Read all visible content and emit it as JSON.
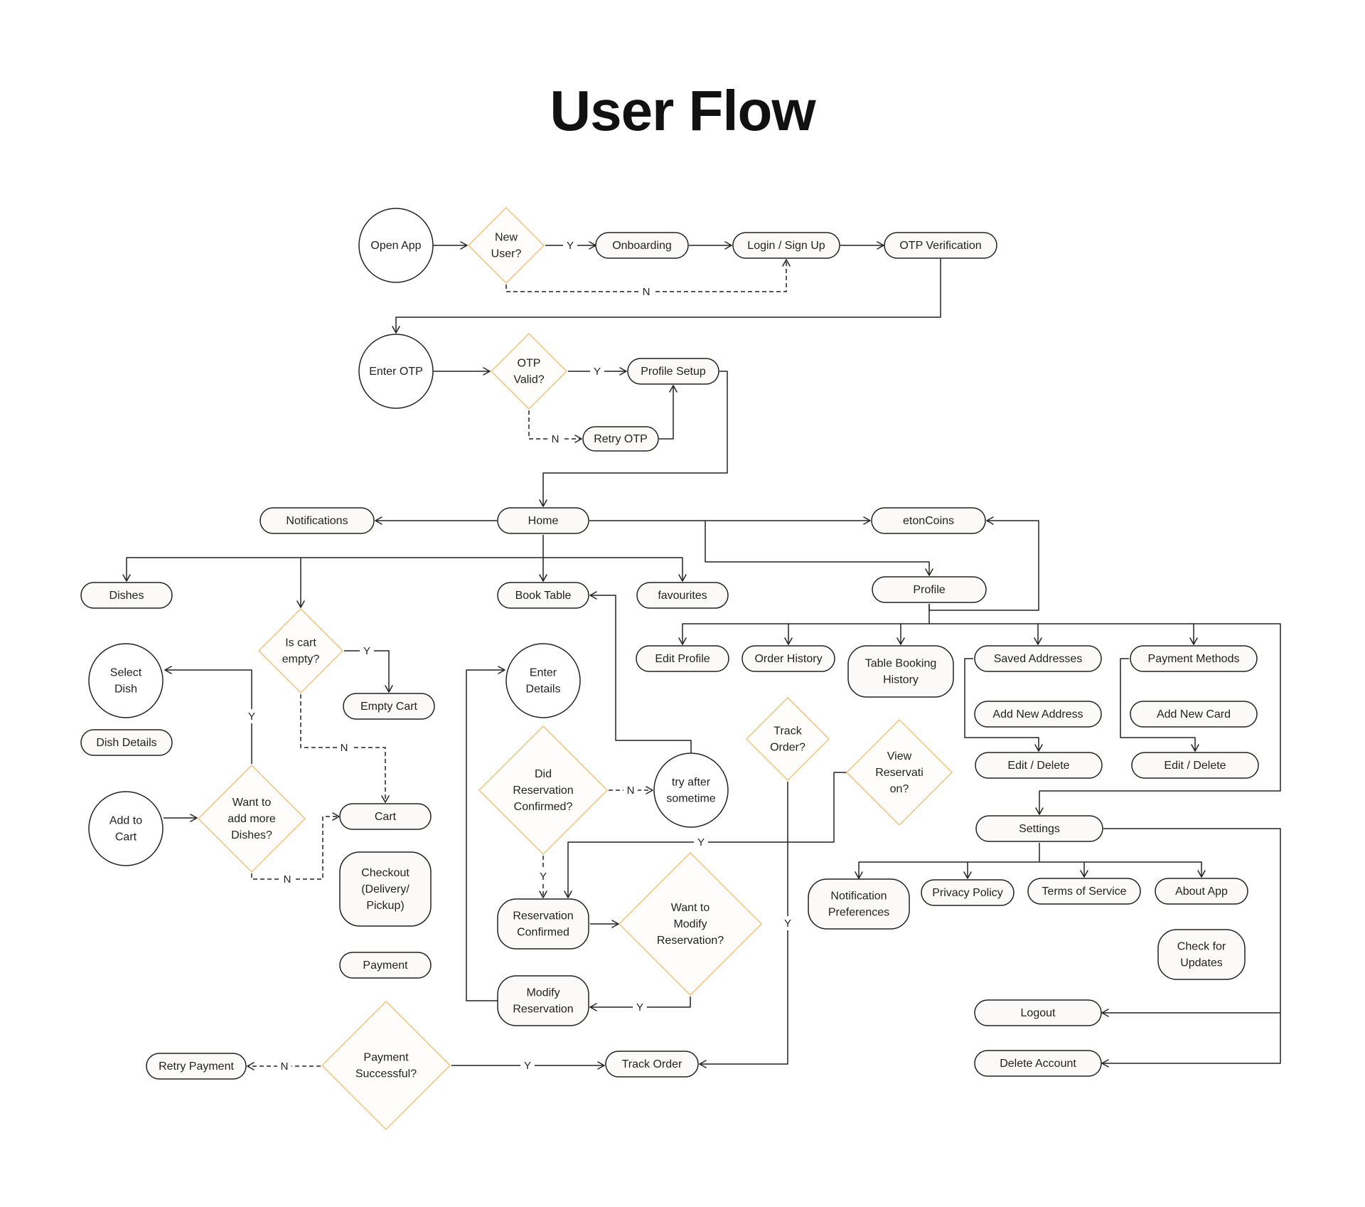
{
  "title": "User Flow",
  "colors": {
    "stroke": "#222222",
    "fill": "#fcf9f9",
    "diamond_stroke": "#f2c27a",
    "diamond_fill": "#fffdfb",
    "text": "#222222"
  },
  "nodes": [
    {
      "id": "open-app",
      "shape": "circle",
      "lines": [
        "Open App"
      ]
    },
    {
      "id": "new-user",
      "shape": "diamond",
      "lines": [
        "New",
        "User?"
      ]
    },
    {
      "id": "onboarding",
      "shape": "rect",
      "lines": [
        "Onboarding"
      ]
    },
    {
      "id": "login",
      "shape": "rect",
      "lines": [
        "Login / Sign Up"
      ]
    },
    {
      "id": "otp-verification",
      "shape": "rect",
      "lines": [
        "OTP Verification"
      ]
    },
    {
      "id": "enter-otp",
      "shape": "circle",
      "lines": [
        "Enter OTP"
      ]
    },
    {
      "id": "otp-valid",
      "shape": "diamond",
      "lines": [
        "OTP",
        "Valid?"
      ]
    },
    {
      "id": "profile-setup",
      "shape": "rect",
      "lines": [
        "Profile Setup"
      ]
    },
    {
      "id": "retry-otp",
      "shape": "rect",
      "lines": [
        "Retry OTP"
      ]
    },
    {
      "id": "notifications",
      "shape": "rect",
      "lines": [
        "Notifications"
      ]
    },
    {
      "id": "home",
      "shape": "rect",
      "lines": [
        "Home"
      ]
    },
    {
      "id": "etoncoins",
      "shape": "rect",
      "lines": [
        "etonCoins"
      ]
    },
    {
      "id": "dishes",
      "shape": "rect",
      "lines": [
        "Dishes"
      ]
    },
    {
      "id": "book-table",
      "shape": "rect",
      "lines": [
        "Book Table"
      ]
    },
    {
      "id": "favourites",
      "shape": "rect",
      "lines": [
        "favourites"
      ]
    },
    {
      "id": "profile",
      "shape": "rect",
      "lines": [
        "Profile"
      ]
    },
    {
      "id": "select-dish",
      "shape": "circle",
      "lines": [
        "Select",
        "Dish"
      ]
    },
    {
      "id": "is-cart-empty",
      "shape": "diamond",
      "lines": [
        "Is cart",
        "empty?"
      ]
    },
    {
      "id": "empty-cart",
      "shape": "rect",
      "lines": [
        "Empty Cart"
      ]
    },
    {
      "id": "dish-details",
      "shape": "rect",
      "lines": [
        "Dish Details"
      ]
    },
    {
      "id": "add-to-cart",
      "shape": "circle",
      "lines": [
        "Add to",
        "Cart"
      ]
    },
    {
      "id": "want-more-dishes",
      "shape": "diamond",
      "lines": [
        "Want to",
        "add more",
        "Dishes?"
      ]
    },
    {
      "id": "cart",
      "shape": "rect",
      "lines": [
        "Cart"
      ]
    },
    {
      "id": "checkout",
      "shape": "rect",
      "lines": [
        "Checkout",
        "(Delivery/",
        "Pickup)"
      ]
    },
    {
      "id": "payment",
      "shape": "rect",
      "lines": [
        "Payment"
      ]
    },
    {
      "id": "enter-details",
      "shape": "circle",
      "lines": [
        "Enter",
        "Details"
      ]
    },
    {
      "id": "did-reservation",
      "shape": "diamond",
      "lines": [
        "Did",
        "Reservation",
        "Confirmed?"
      ]
    },
    {
      "id": "try-after",
      "shape": "circle",
      "lines": [
        "try after",
        "sometime"
      ]
    },
    {
      "id": "reservation-confirmed",
      "shape": "rect",
      "lines": [
        "Reservation",
        "Confirmed"
      ]
    },
    {
      "id": "want-modify",
      "shape": "diamond",
      "lines": [
        "Want to",
        "Modify",
        "Reservation?"
      ]
    },
    {
      "id": "modify-reservation",
      "shape": "rect",
      "lines": [
        "Modify",
        "Reservation"
      ]
    },
    {
      "id": "track-order-q",
      "shape": "diamond",
      "lines": [
        "Track",
        "Order?"
      ]
    },
    {
      "id": "view-reservation",
      "shape": "diamond",
      "lines": [
        "View",
        "Reservati",
        "on?"
      ]
    },
    {
      "id": "edit-profile",
      "shape": "rect",
      "lines": [
        "Edit Profile"
      ]
    },
    {
      "id": "order-history",
      "shape": "rect",
      "lines": [
        "Order History"
      ]
    },
    {
      "id": "table-booking-history",
      "shape": "rect",
      "lines": [
        "Table Booking",
        "History"
      ]
    },
    {
      "id": "saved-addresses",
      "shape": "rect",
      "lines": [
        "Saved Addresses"
      ]
    },
    {
      "id": "add-new-address",
      "shape": "rect",
      "lines": [
        "Add New Address"
      ]
    },
    {
      "id": "edit-delete-address",
      "shape": "rect",
      "lines": [
        "Edit / Delete"
      ]
    },
    {
      "id": "payment-methods",
      "shape": "rect",
      "lines": [
        "Payment Methods"
      ]
    },
    {
      "id": "add-new-card",
      "shape": "rect",
      "lines": [
        "Add New Card"
      ]
    },
    {
      "id": "edit-delete-card",
      "shape": "rect",
      "lines": [
        "Edit / Delete"
      ]
    },
    {
      "id": "settings",
      "shape": "rect",
      "lines": [
        "Settings"
      ]
    },
    {
      "id": "notification-preferences",
      "shape": "rect",
      "lines": [
        "Notification",
        "Preferences"
      ]
    },
    {
      "id": "privacy-policy",
      "shape": "rect",
      "lines": [
        "Privacy Policy"
      ]
    },
    {
      "id": "terms-of-service",
      "shape": "rect",
      "lines": [
        "Terms of Service"
      ]
    },
    {
      "id": "about-app",
      "shape": "rect",
      "lines": [
        "About App"
      ]
    },
    {
      "id": "check-updates",
      "shape": "rect",
      "lines": [
        "Check for",
        "Updates"
      ]
    },
    {
      "id": "logout",
      "shape": "rect",
      "lines": [
        "Logout"
      ]
    },
    {
      "id": "delete-account",
      "shape": "rect",
      "lines": [
        "Delete Account"
      ]
    },
    {
      "id": "payment-successful",
      "shape": "diamond",
      "lines": [
        "Payment",
        "Successful?"
      ]
    },
    {
      "id": "retry-payment",
      "shape": "rect",
      "lines": [
        "Retry Payment"
      ]
    },
    {
      "id": "track-order",
      "shape": "rect",
      "lines": [
        "Track Order"
      ]
    }
  ],
  "edges": [
    {
      "id": "open-app-to-new-user"
    },
    {
      "id": "new-user-yes",
      "label": "Y"
    },
    {
      "id": "new-user-no",
      "label": "N",
      "dashed": true
    },
    {
      "id": "onboarding-to-login"
    },
    {
      "id": "login-to-otp-verification"
    },
    {
      "id": "otp-verification-to-enter-otp"
    },
    {
      "id": "enter-otp-to-otp-valid"
    },
    {
      "id": "otp-valid-yes",
      "label": "Y"
    },
    {
      "id": "otp-valid-no",
      "label": "N",
      "dashed": true
    },
    {
      "id": "retry-otp-to-profile-setup"
    },
    {
      "id": "profile-setup-to-home"
    },
    {
      "id": "home-to-notifications"
    },
    {
      "id": "home-to-etoncoins"
    },
    {
      "id": "home-to-profile"
    },
    {
      "id": "profile-to-etoncoins"
    },
    {
      "id": "home-to-dishes"
    },
    {
      "id": "home-to-is-cart-empty"
    },
    {
      "id": "home-to-book-table"
    },
    {
      "id": "home-to-favourites"
    },
    {
      "id": "cart-empty-yes",
      "label": "Y"
    },
    {
      "id": "cart-empty-no",
      "label": "N",
      "dashed": true
    },
    {
      "id": "more-dishes-yes",
      "label": "Y"
    },
    {
      "id": "more-dishes-no",
      "label": "N",
      "dashed": true
    },
    {
      "id": "add-to-cart-to-want-more"
    },
    {
      "id": "reservation-no",
      "label": "N",
      "dashed": true
    },
    {
      "id": "try-after-to-book-table"
    },
    {
      "id": "reservation-yes",
      "label": "Y",
      "dashed": true
    },
    {
      "id": "reservation-confirmed-to-want-modify"
    },
    {
      "id": "modify-yes",
      "label": "Y"
    },
    {
      "id": "modify-to-enter-details"
    },
    {
      "id": "view-reservation-yes",
      "label": "Y"
    },
    {
      "id": "track-order-yes",
      "label": "Y"
    },
    {
      "id": "payment-yes",
      "label": "Y"
    },
    {
      "id": "payment-no",
      "label": "N",
      "dashed": true
    },
    {
      "id": "profile-to-edit-profile"
    },
    {
      "id": "profile-to-order-history"
    },
    {
      "id": "profile-to-table-booking-history"
    },
    {
      "id": "profile-to-saved-addresses"
    },
    {
      "id": "profile-to-payment-methods"
    },
    {
      "id": "profile-to-settings"
    },
    {
      "id": "saved-addresses-to-edit-delete"
    },
    {
      "id": "payment-methods-to-edit-delete"
    },
    {
      "id": "settings-to-notification-preferences"
    },
    {
      "id": "settings-to-privacy-policy"
    },
    {
      "id": "settings-to-terms"
    },
    {
      "id": "settings-to-about-app"
    },
    {
      "id": "settings-to-logout"
    },
    {
      "id": "settings-to-delete-account"
    }
  ]
}
